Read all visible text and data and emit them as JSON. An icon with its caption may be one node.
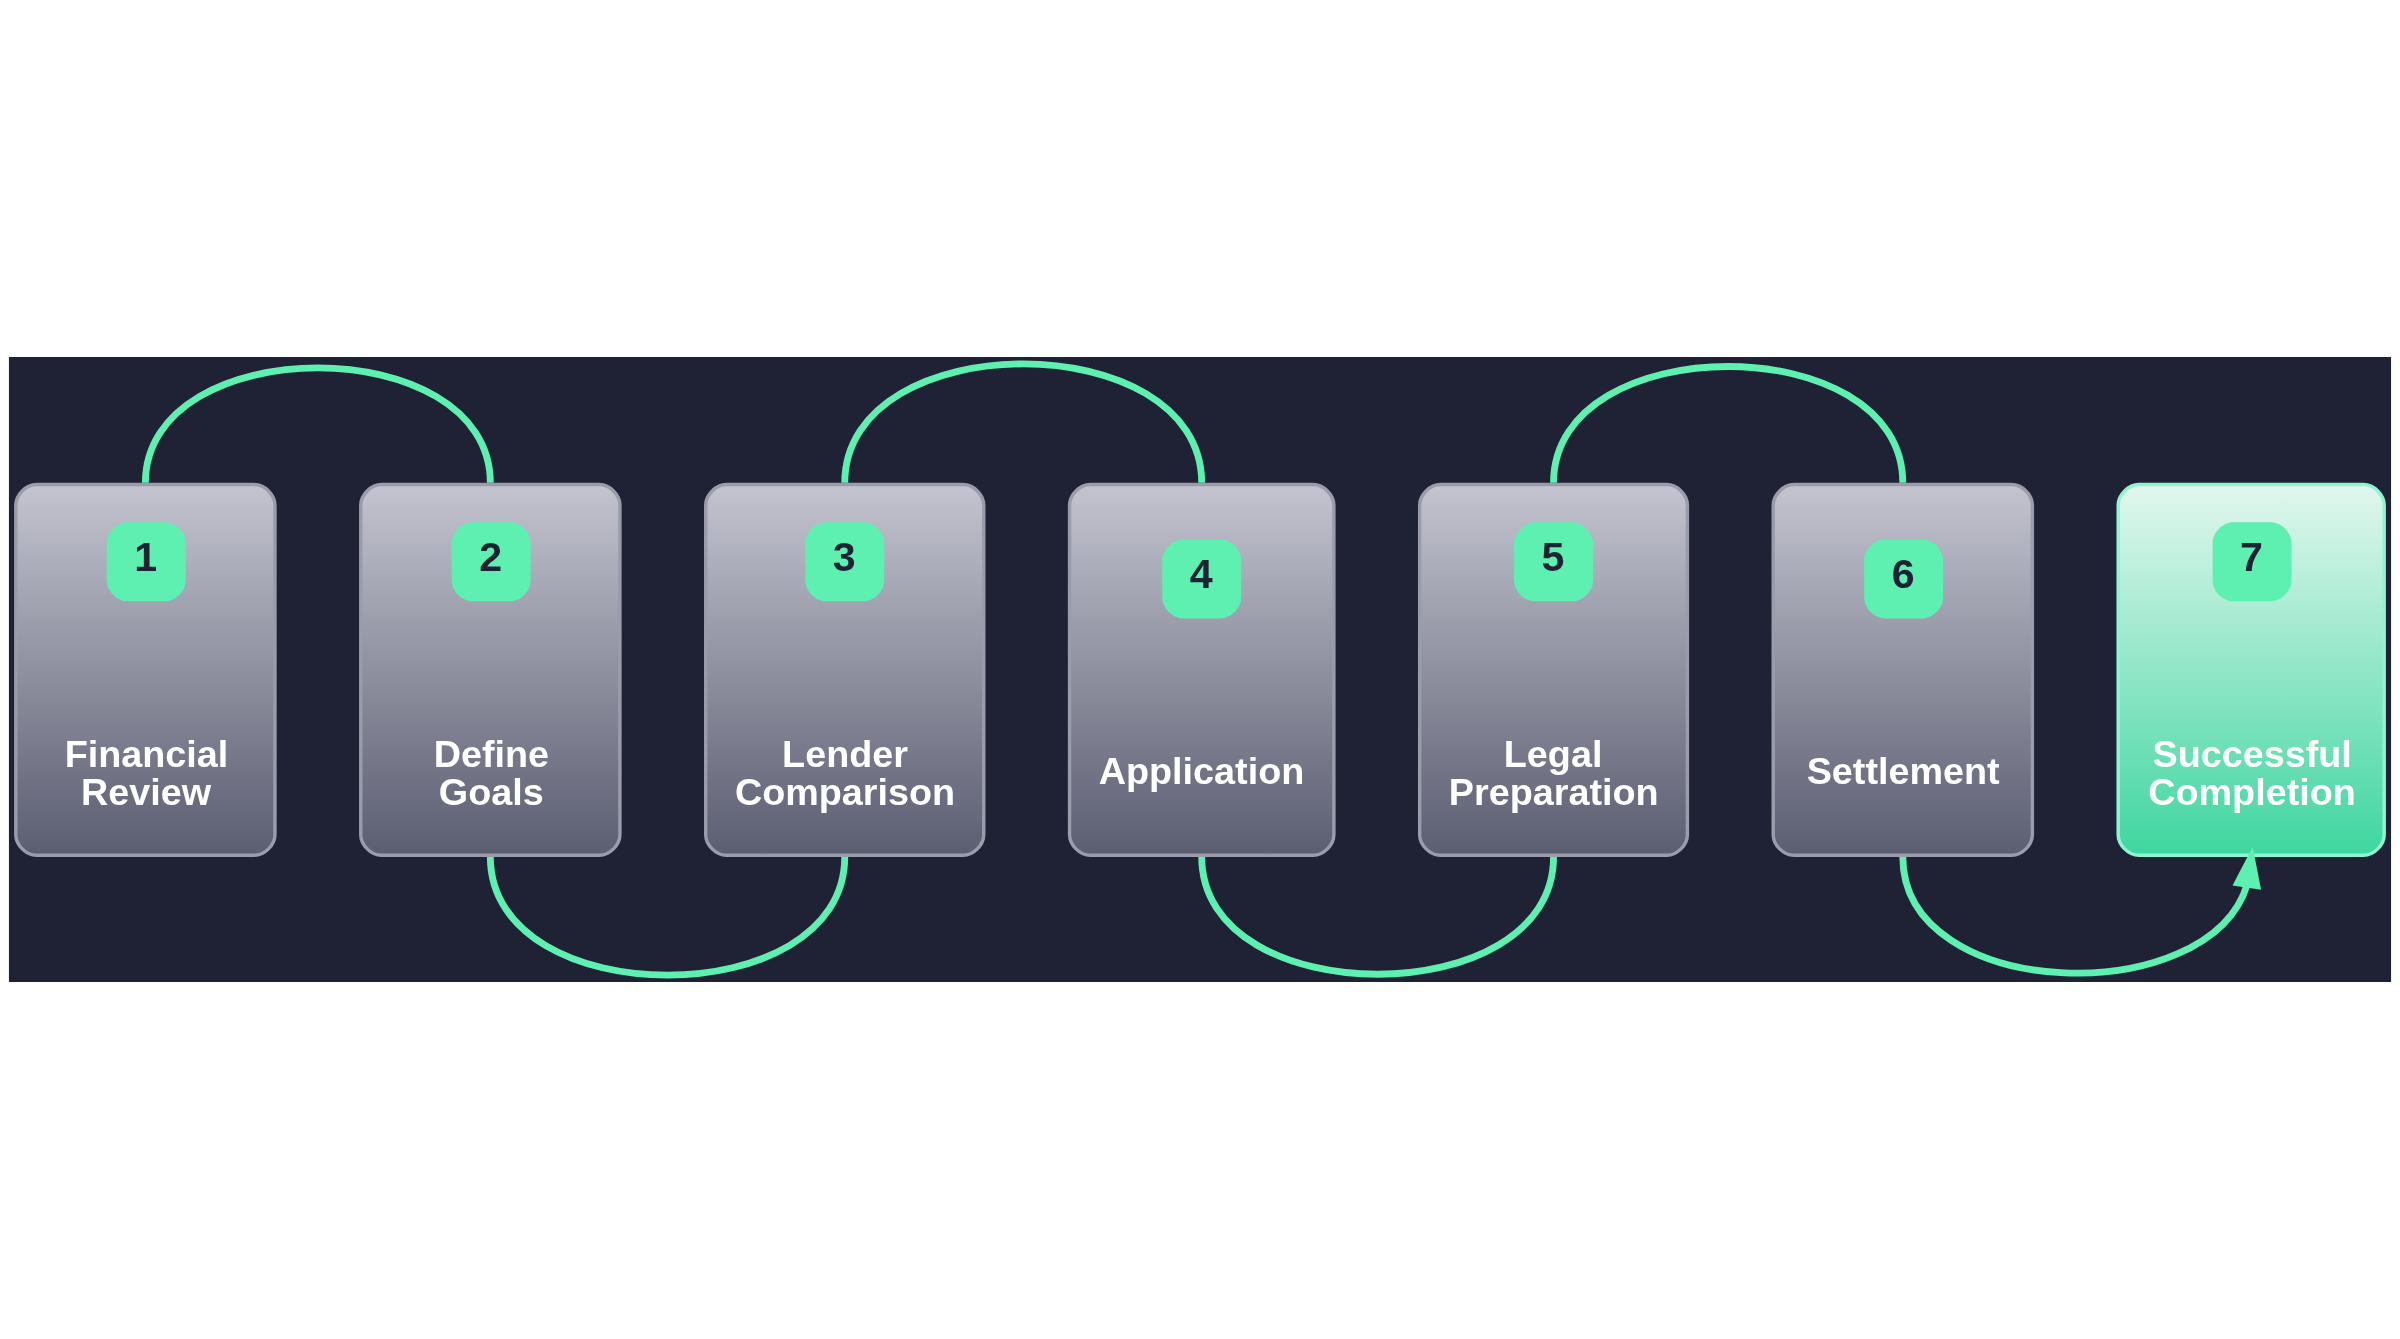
{
  "diagram": {
    "nodes": [
      {
        "text": [
          "1",
          "Financial Review"
        ]
      },
      {
        "text": [
          "2",
          "Define Goals"
        ]
      },
      {
        "text": [
          "3",
          "Lender Comparison"
        ]
      },
      {
        "text": [
          "4",
          "Application"
        ]
      },
      {
        "text": [
          "5",
          "Legal Preparation"
        ]
      },
      {
        "text": [
          "6",
          "Settlement"
        ]
      },
      {
        "text": [
          "7",
          "Successful Completion"
        ]
      }
    ],
    "edges": [
      {
        "from": 0,
        "to": 1,
        "arrow": "none"
      },
      {
        "from": 1,
        "to": 2,
        "arrow": "none"
      },
      {
        "from": 2,
        "to": 3,
        "arrow": "none"
      },
      {
        "from": 3,
        "to": 4,
        "arrow": "none"
      },
      {
        "from": 4,
        "to": 5,
        "arrow": "none"
      },
      {
        "from": 5,
        "to": 6,
        "arrow": "to"
      }
    ]
  }
}
